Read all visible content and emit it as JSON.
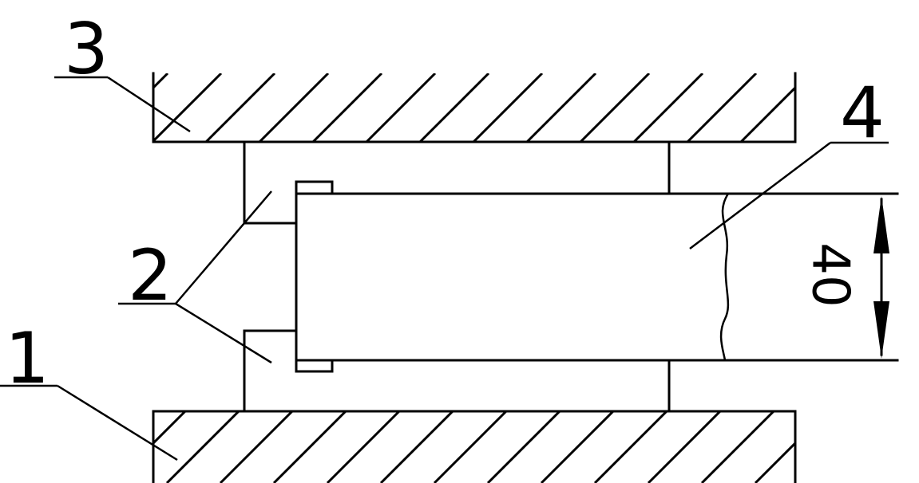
{
  "labels": {
    "part1": "1",
    "part2": "2",
    "part3": "3",
    "part4": "4"
  },
  "dimension": {
    "value": "40"
  },
  "colors": {
    "stroke": "#000000",
    "background": "#ffffff"
  }
}
